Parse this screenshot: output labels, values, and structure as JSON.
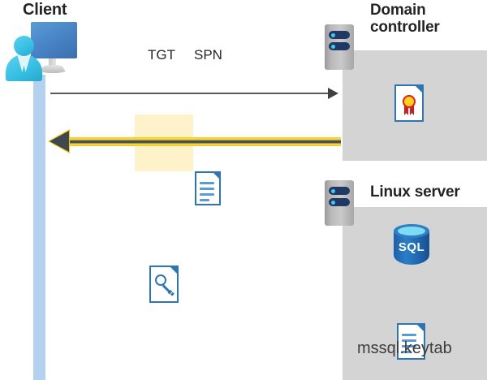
{
  "diagram": {
    "title_client": "Client",
    "title_domain_controller": "Domain controller",
    "title_linux_server": "Linux server",
    "messages": {
      "request_labels": [
        "TGT",
        "SPN"
      ],
      "response_label": "",
      "keytab_file": "mssql.keytab",
      "sql_label": "SQL"
    },
    "icons": {
      "client": "user-at-monitor-icon",
      "server": "server-rack-icon",
      "tgt_document": "document-icon",
      "spn_document": "document-icon",
      "response_document": "key-document-icon",
      "certificate": "certificate-document-icon",
      "database": "sql-database-icon",
      "keytab": "document-icon"
    },
    "colors": {
      "panel_gray": "#d4d4d4",
      "lifeline_blue": "#b4d2f0",
      "highlight_yellow": "#fdf2c9",
      "arrow_yellow": "#f5c810",
      "arrow_dark": "#3f4750",
      "request_arrow_gray": "#595959",
      "doc_blue": "#2e75b6",
      "doc_line_blue": "#5b9bd5",
      "sql_blue": "#2a7ec9",
      "cert_gold": "#ffd21a",
      "cert_red": "#cc1f1f",
      "title_text": "#242424"
    }
  }
}
